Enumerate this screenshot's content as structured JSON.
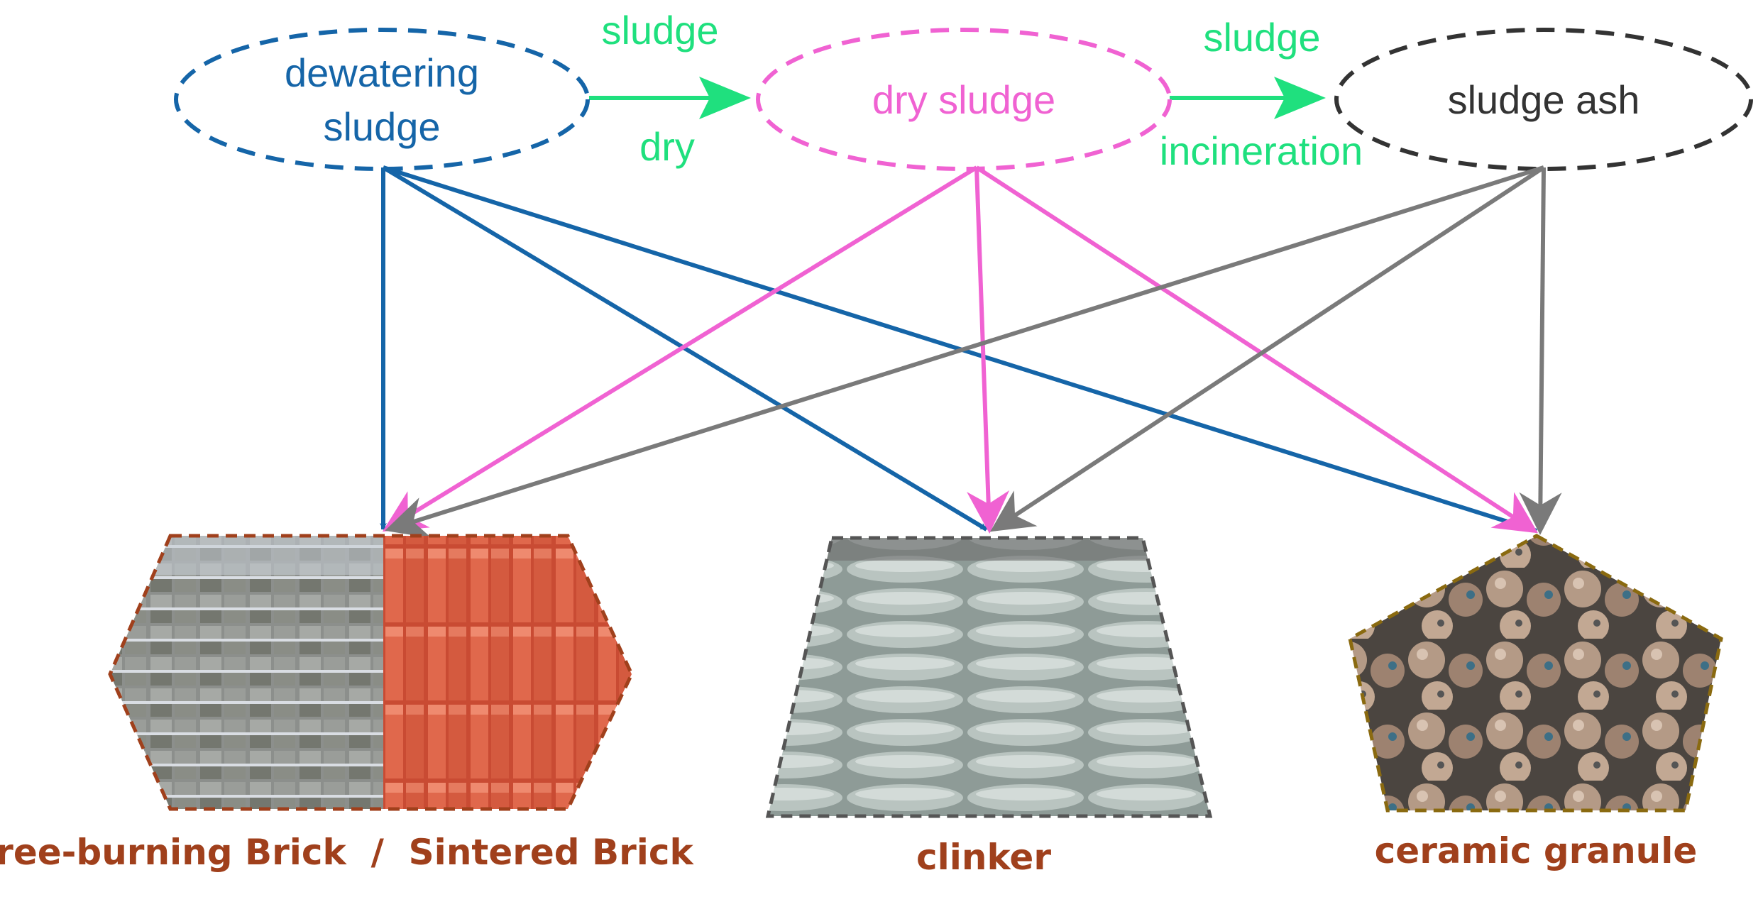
{
  "nodes": {
    "dewatering": {
      "line1": "dewatering",
      "line2": "sludge"
    },
    "dry": {
      "label": "dry sludge"
    },
    "ash": {
      "label": "sludge ash"
    }
  },
  "process_arrows": {
    "dry_step": {
      "top": "sludge",
      "bottom": "dry"
    },
    "incineration_step": {
      "top": "sludge",
      "bottom": "incineration"
    }
  },
  "products": {
    "bricks": {
      "caption": "Free-burning Brick  /  Sintered Brick"
    },
    "clinker": {
      "caption": "clinker"
    },
    "granule": {
      "caption": "ceramic granule"
    }
  },
  "colors": {
    "dewatering": "#1565a8",
    "dry": "#f062d2",
    "ash": "#333333",
    "ash_arrows": "#7a7a7a",
    "process": "#1fe07e",
    "caption": "#a0401c"
  }
}
